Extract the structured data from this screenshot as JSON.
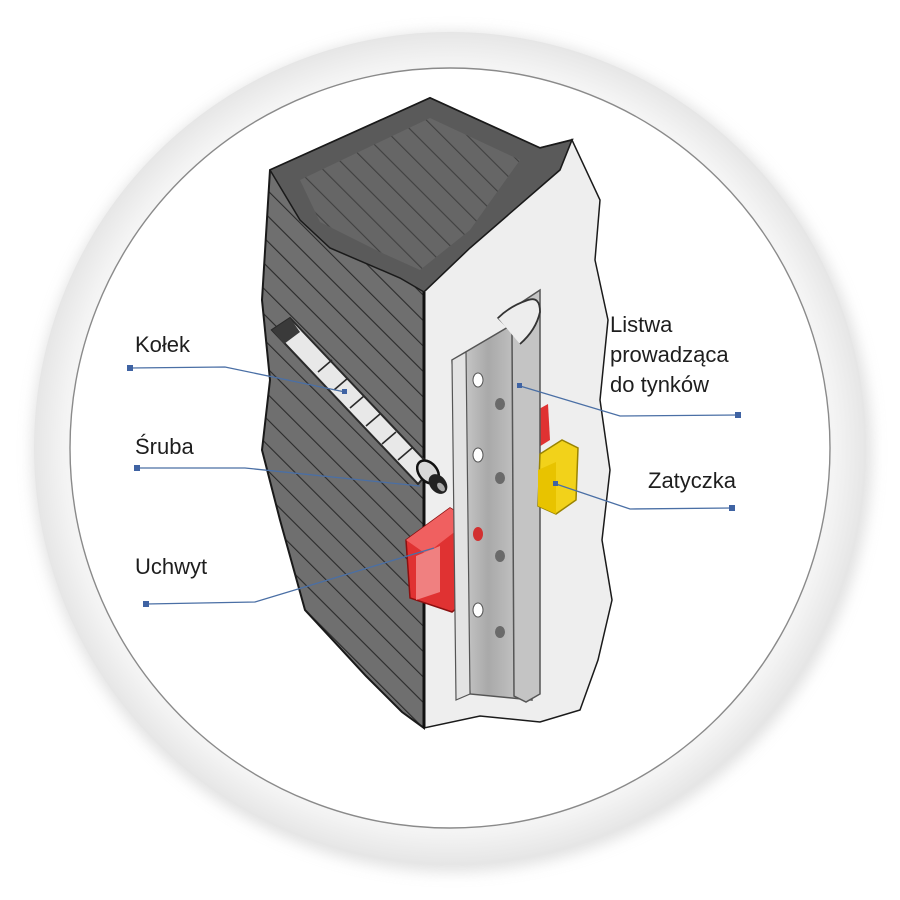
{
  "labels": {
    "kolek": "Kołek",
    "sruba": "Śruba",
    "uchwyt": "Uchwyt",
    "listwa_line1": "Listwa",
    "listwa_line2": "prowadząca",
    "listwa_line3": "do tynków",
    "zatyczka": "Zatyczka"
  },
  "colors": {
    "leader_line": "#4a6fa5",
    "leader_marker": "#3f63a3",
    "wall_section": "#6f6f6f",
    "wall_hatch": "#2a2a2a",
    "plaster": "#eeeeee",
    "rail": "#b9b9b9",
    "holder": "#e03232",
    "cap": "#f2d21a",
    "dowel": "#e8e8e8"
  }
}
